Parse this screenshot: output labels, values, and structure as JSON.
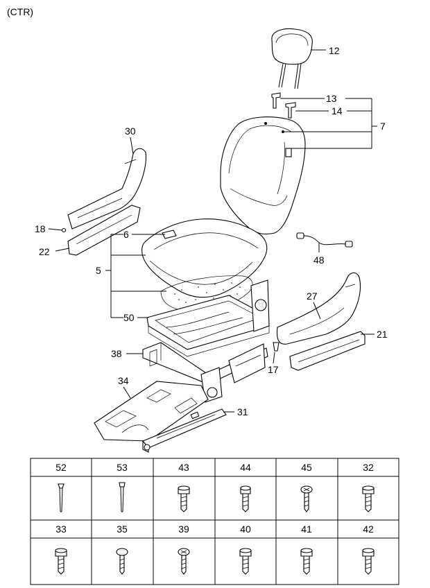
{
  "header": {
    "variant": "(CTR)"
  },
  "callouts": [
    "12",
    "13",
    "14",
    "7",
    "30",
    "18",
    "6",
    "22",
    "5",
    "48",
    "27",
    "21",
    "50",
    "17",
    "38",
    "34",
    "31"
  ],
  "fastener_table": {
    "row1": [
      "52",
      "53",
      "43",
      "44",
      "45",
      "32"
    ],
    "row2": [
      "33",
      "35",
      "39",
      "40",
      "41",
      "42"
    ]
  }
}
